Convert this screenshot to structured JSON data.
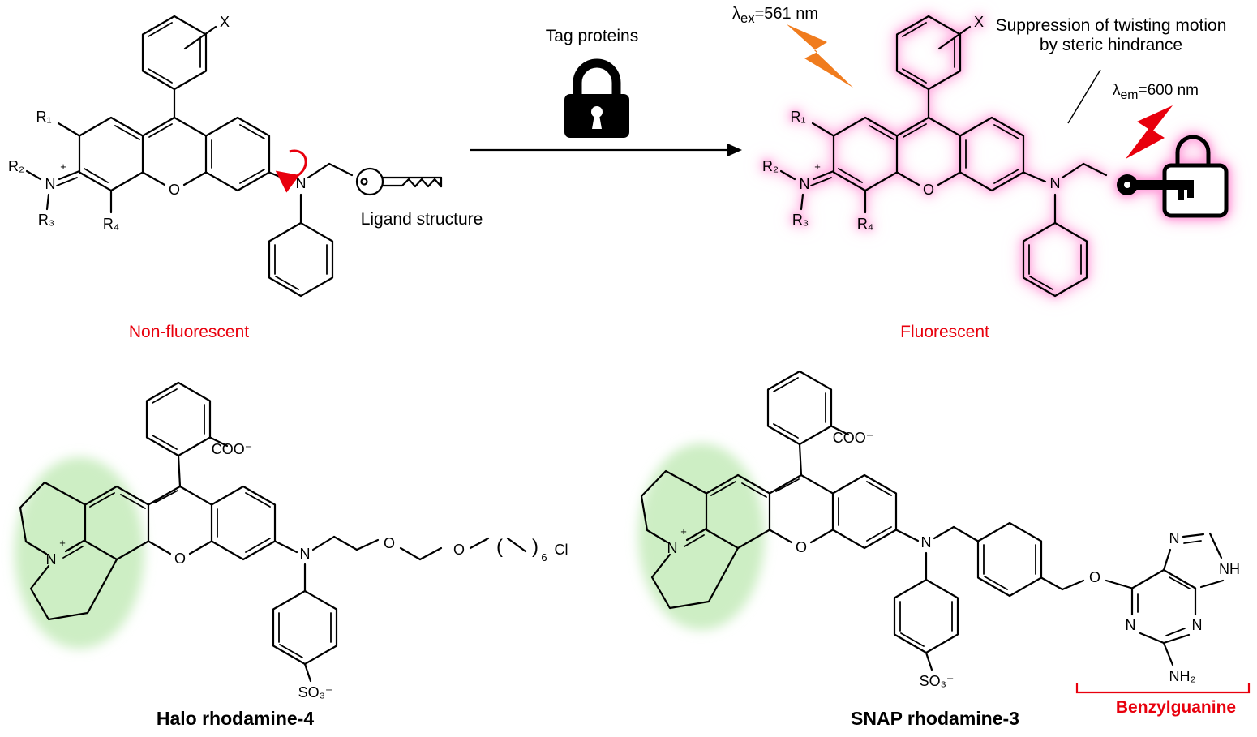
{
  "colors": {
    "accent_red": "#e8000d",
    "lightning_orange": "#f07c1e",
    "glow_pink": "#ff8fd4",
    "highlight_green": "#cdeec4"
  },
  "scheme": {
    "tag_label": "Tag proteins",
    "nonfluorescent": {
      "state": "Non-fluorescent",
      "ligand": "Ligand structure",
      "x": "X",
      "r1": "R₁",
      "r2": "R₂",
      "r3": "R₃",
      "r4": "R₄",
      "plus": "+",
      "n_left": "N",
      "o": "O",
      "n_right": "N"
    },
    "fluorescent": {
      "state": "Fluorescent",
      "ex_lambda": "λ",
      "ex_sub": "ex",
      "ex_val": "=561 nm",
      "em_lambda": "λ",
      "em_sub": "em",
      "em_val": "=600 nm",
      "note1": "Suppression of twisting motion",
      "note2": "by steric hindrance",
      "x": "X",
      "r1": "R₁",
      "r2": "R₂",
      "r3": "R₃",
      "r4": "R₄",
      "plus": "+",
      "n_left": "N",
      "o": "O",
      "n_right": "N"
    }
  },
  "halo": {
    "title": "Halo rhodamine-4",
    "coo": "COO⁻",
    "plus": "+",
    "n_left": "N",
    "o": "O",
    "n_right": "N",
    "o1": "O",
    "o2": "O",
    "paren_l": "(",
    "paren_r": ")",
    "six": "6",
    "cl": "Cl",
    "so3": "SO₃⁻"
  },
  "snap": {
    "title": "SNAP rhodamine-3",
    "bracket": "Benzylguanine",
    "coo": "COO⁻",
    "plus": "+",
    "n_left": "N",
    "o": "O",
    "n_right": "N",
    "o_ether": "O",
    "n1": "N",
    "n3": "N",
    "n7": "N",
    "n9": "NH",
    "nh2": "NH₂",
    "so3": "SO₃⁻"
  }
}
